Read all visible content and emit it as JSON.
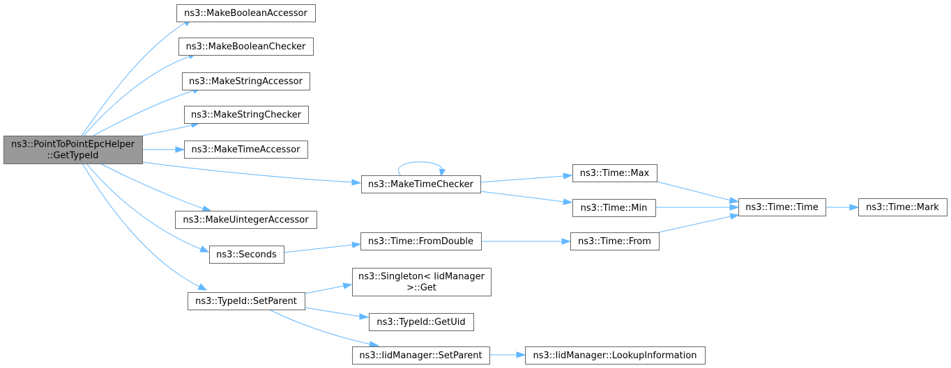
{
  "diagram": {
    "nodes": [
      {
        "id": "root",
        "lines": [
          "ns3::PointToPointEpcHelper",
          "::GetTypeId"
        ],
        "root": true
      },
      {
        "id": "mkBoolAcc",
        "lines": [
          "ns3::MakeBooleanAccessor"
        ]
      },
      {
        "id": "mkBoolChk",
        "lines": [
          "ns3::MakeBooleanChecker"
        ]
      },
      {
        "id": "mkStrAcc",
        "lines": [
          "ns3::MakeStringAccessor"
        ]
      },
      {
        "id": "mkStrChk",
        "lines": [
          "ns3::MakeStringChecker"
        ]
      },
      {
        "id": "mkTimeAcc",
        "lines": [
          "ns3::MakeTimeAccessor"
        ]
      },
      {
        "id": "mkTimeChk",
        "lines": [
          "ns3::MakeTimeChecker"
        ]
      },
      {
        "id": "mkUintAcc",
        "lines": [
          "ns3::MakeUintegerAccessor"
        ]
      },
      {
        "id": "seconds",
        "lines": [
          "ns3::Seconds"
        ]
      },
      {
        "id": "setParent",
        "lines": [
          "ns3::TypeId::SetParent"
        ]
      },
      {
        "id": "timeMax",
        "lines": [
          "ns3::Time::Max"
        ]
      },
      {
        "id": "timeMin",
        "lines": [
          "ns3::Time::Min"
        ]
      },
      {
        "id": "timeFromDouble",
        "lines": [
          "ns3::Time::FromDouble"
        ]
      },
      {
        "id": "timeFrom",
        "lines": [
          "ns3::Time::From"
        ]
      },
      {
        "id": "singletonGet",
        "lines": [
          "ns3::Singleton< IidManager",
          " >::Get"
        ]
      },
      {
        "id": "getUid",
        "lines": [
          "ns3::TypeId::GetUid"
        ]
      },
      {
        "id": "iidSetParent",
        "lines": [
          "ns3::IidManager::SetParent"
        ]
      },
      {
        "id": "timeTime",
        "lines": [
          "ns3::Time::Time"
        ]
      },
      {
        "id": "timeMark",
        "lines": [
          "ns3::Time::Mark"
        ]
      },
      {
        "id": "lookupInfo",
        "lines": [
          "ns3::IidManager::LookupInformation"
        ]
      }
    ],
    "edges": [
      {
        "from": "root",
        "to": "mkBoolAcc"
      },
      {
        "from": "root",
        "to": "mkBoolChk"
      },
      {
        "from": "root",
        "to": "mkStrAcc"
      },
      {
        "from": "root",
        "to": "mkStrChk"
      },
      {
        "from": "root",
        "to": "mkTimeAcc"
      },
      {
        "from": "root",
        "to": "mkTimeChk"
      },
      {
        "from": "root",
        "to": "mkUintAcc"
      },
      {
        "from": "root",
        "to": "seconds"
      },
      {
        "from": "root",
        "to": "setParent"
      },
      {
        "from": "mkTimeChk",
        "to": "mkTimeChk"
      },
      {
        "from": "mkTimeChk",
        "to": "timeMax"
      },
      {
        "from": "mkTimeChk",
        "to": "timeMin"
      },
      {
        "from": "timeMax",
        "to": "timeTime"
      },
      {
        "from": "timeMin",
        "to": "timeTime"
      },
      {
        "from": "timeTime",
        "to": "timeMark"
      },
      {
        "from": "seconds",
        "to": "timeFromDouble"
      },
      {
        "from": "timeFromDouble",
        "to": "timeFrom"
      },
      {
        "from": "timeFrom",
        "to": "timeTime"
      },
      {
        "from": "setParent",
        "to": "singletonGet"
      },
      {
        "from": "setParent",
        "to": "getUid"
      },
      {
        "from": "setParent",
        "to": "iidSetParent"
      },
      {
        "from": "iidSetParent",
        "to": "lookupInfo"
      }
    ],
    "colors": {
      "edge": "#63b8ff",
      "node_border": "#666666",
      "node_fill": "#ffffff",
      "root_fill": "#999999",
      "text": "#000000"
    }
  }
}
